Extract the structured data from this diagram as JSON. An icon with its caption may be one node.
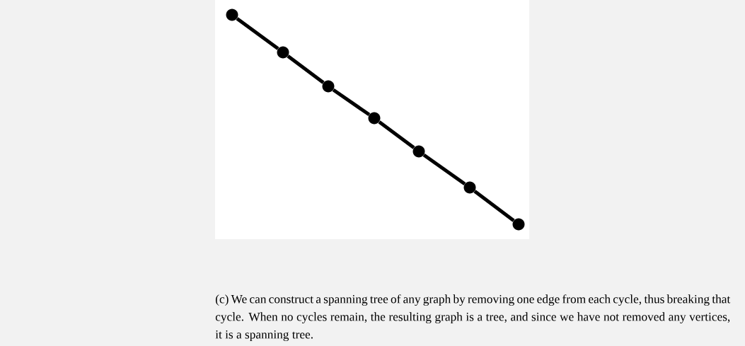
{
  "diagram": {
    "caption": "(c) We can construct a spanning tree of any graph by removing one edge from each cycle, thus breaking that cycle. When no cycles remain, the resulting graph is a tree, and since we have not removed any vertices, it is a spanning tree.",
    "nodes": [
      {
        "text": [],
        "shape": "circle"
      },
      {
        "text": [],
        "shape": "circle"
      },
      {
        "text": [],
        "shape": "circle"
      },
      {
        "text": [],
        "shape": "circle"
      },
      {
        "text": [],
        "shape": "circle"
      },
      {
        "text": [],
        "shape": "circle"
      },
      {
        "text": [],
        "shape": "circle"
      }
    ],
    "edges": [
      {
        "from": 0,
        "to": 1,
        "arrow": "none"
      },
      {
        "from": 1,
        "to": 2,
        "arrow": "none"
      },
      {
        "from": 2,
        "to": 3,
        "arrow": "none"
      },
      {
        "from": 3,
        "to": 4,
        "arrow": "none"
      },
      {
        "from": 4,
        "to": 5,
        "arrow": "none"
      },
      {
        "from": 5,
        "to": 6,
        "arrow": "none"
      }
    ]
  }
}
